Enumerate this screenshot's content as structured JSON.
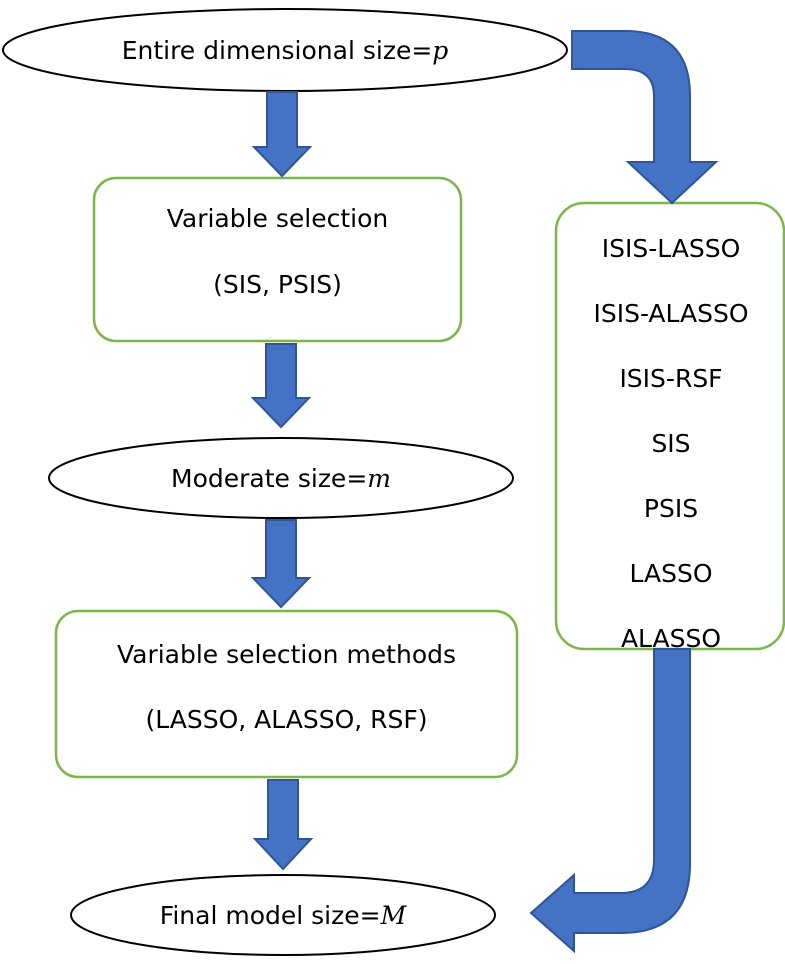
{
  "nodes": {
    "entire": {
      "text": "Entire dimensional size= ",
      "var": "p"
    },
    "variable_selection": {
      "line1": "Variable selection",
      "line2": "(SIS, PSIS)"
    },
    "moderate": {
      "text": "Moderate size= ",
      "var": "m"
    },
    "variable_selection_methods": {
      "line1": "Variable selection methods",
      "line2": "(LASSO, ALASSO, RSF)"
    },
    "final": {
      "text": "Final model size= ",
      "var": "M"
    }
  },
  "methods_list": [
    "ISIS-LASSO",
    "ISIS-ALASSO",
    "ISIS-RSF",
    "SIS",
    "PSIS",
    "LASSO",
    "ALASSO"
  ],
  "colors": {
    "box_border": "#7ab648",
    "arrow_fill": "#4472c4",
    "arrow_stroke": "#2f5597",
    "ellipse_stroke": "#000000"
  }
}
